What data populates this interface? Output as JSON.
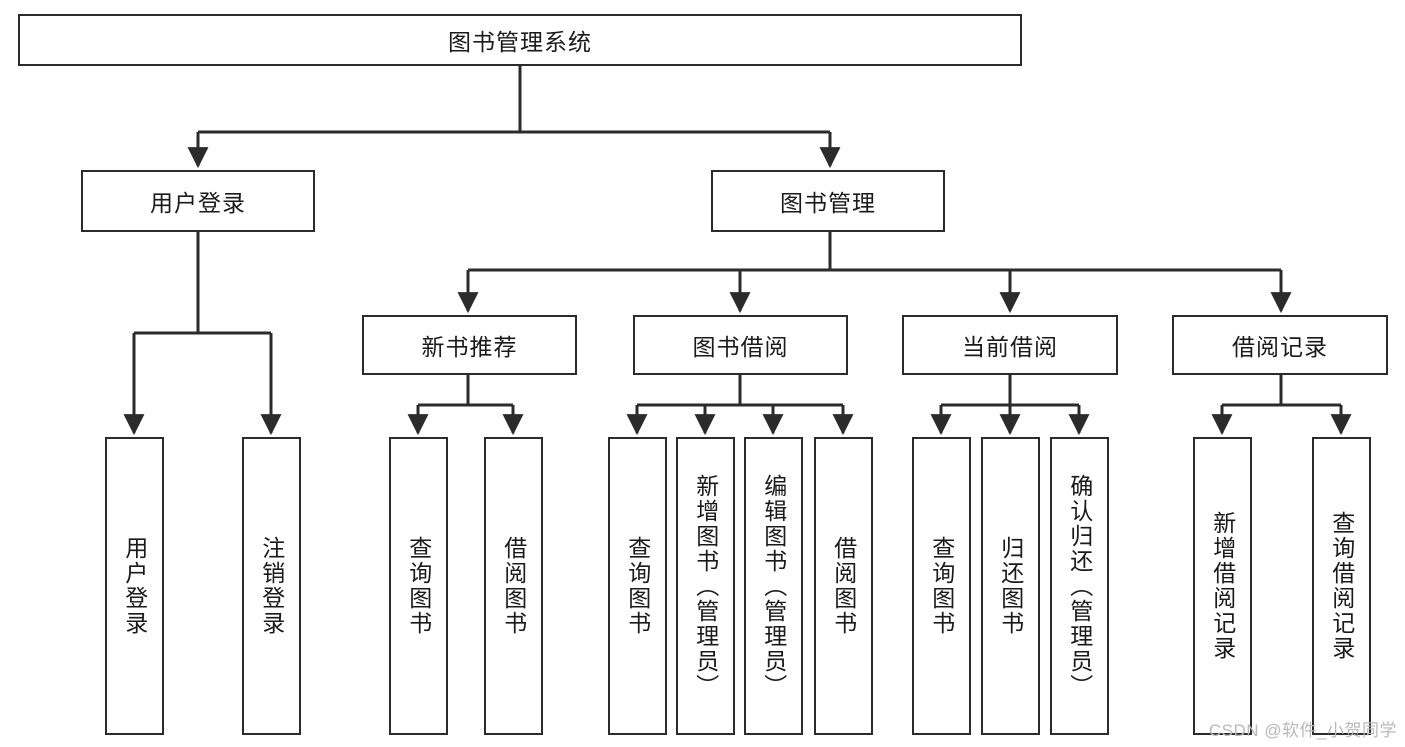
{
  "diagram": {
    "title": "图书管理系统",
    "type": "tree",
    "root": {
      "label": "图书管理系统"
    },
    "level2": [
      {
        "label": "用户登录"
      },
      {
        "label": "图书管理"
      }
    ],
    "level3": [
      {
        "label": "新书推荐"
      },
      {
        "label": "图书借阅"
      },
      {
        "label": "当前借阅"
      },
      {
        "label": "借阅记录"
      }
    ],
    "leaves": [
      {
        "label": "用户登录",
        "parent": "用户登录"
      },
      {
        "label": "注销登录",
        "parent": "用户登录"
      },
      {
        "label": "查询图书",
        "parent": "新书推荐"
      },
      {
        "label": "借阅图书",
        "parent": "新书推荐"
      },
      {
        "label": "查询图书",
        "parent": "图书借阅"
      },
      {
        "label": "新增图书（管理员）",
        "parent": "图书借阅"
      },
      {
        "label": "编辑图书（管理员）",
        "parent": "图书借阅"
      },
      {
        "label": "借阅图书",
        "parent": "图书借阅"
      },
      {
        "label": "查询图书",
        "parent": "当前借阅"
      },
      {
        "label": "归还图书",
        "parent": "当前借阅"
      },
      {
        "label": "确认归还（管理员）",
        "parent": "当前借阅"
      },
      {
        "label": "新增借阅记录",
        "parent": "借阅记录"
      },
      {
        "label": "查询借阅记录",
        "parent": "借阅记录"
      }
    ],
    "colors": {
      "box_border": "#2b2b2b",
      "box_fill": "#ffffff",
      "connector": "#2b2b2b",
      "text": "#1a1a1a",
      "watermark": "#b9b9b9"
    }
  },
  "watermark": {
    "text": "CSDN @软件_小贺同学"
  }
}
